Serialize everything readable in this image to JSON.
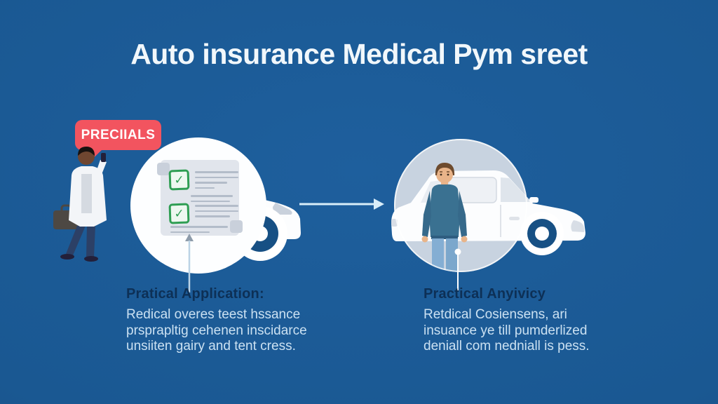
{
  "title": "Auto insurance Medical Pym sreet",
  "bubble": {
    "label": "PRECIIALS"
  },
  "checklist": {
    "check_icon": "✓"
  },
  "left_block": {
    "heading": "Pratical Application:",
    "lines": [
      "Redical overes teest hssance",
      "prsprapltig cehenen inscidarce",
      "unsiiten gairy and tent cress."
    ]
  },
  "right_block": {
    "heading": "Practical Anyivicy",
    "lines": [
      "Retdical Cosiensens, ari",
      "insuance ye till pumderlized",
      "deniall com nedniall is pess."
    ]
  },
  "colors": {
    "background": "#1a5892",
    "title_text": "#f1f7fb",
    "bubble_red": "#f2545f",
    "check_green": "#2f9e53",
    "heading_navy": "#0d3056",
    "body_text": "#cbe1f2",
    "car_white": "#fcfdfe",
    "circle_light": "#c8d3e0",
    "wheel_hub_blue": "#175084"
  }
}
